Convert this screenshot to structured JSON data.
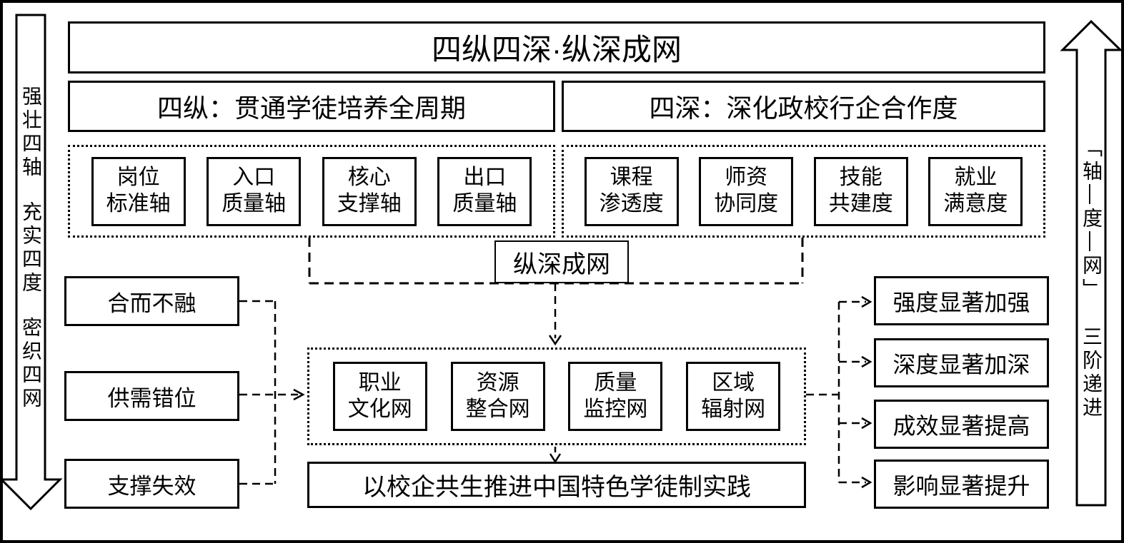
{
  "diagram": {
    "title": "四纵四深·纵深成网",
    "left_banner": {
      "parts": [
        "强壮四轴",
        "充实四度",
        "密织四网"
      ]
    },
    "right_banner": {
      "parts": [
        "「轴—度—网」",
        "三阶递进"
      ]
    },
    "four_axes": {
      "header": "四纵：贯通学徒培养全周期",
      "items": [
        {
          "line1": "岗位",
          "line2": "标准轴"
        },
        {
          "line1": "入口",
          "line2": "质量轴"
        },
        {
          "line1": "核心",
          "line2": "支撑轴"
        },
        {
          "line1": "出口",
          "line2": "质量轴"
        }
      ]
    },
    "four_depths": {
      "header": "四深：深化政校行企合作度",
      "items": [
        {
          "line1": "课程",
          "line2": "渗透度"
        },
        {
          "line1": "师资",
          "line2": "协同度"
        },
        {
          "line1": "技能",
          "line2": "共建度"
        },
        {
          "line1": "就业",
          "line2": "满意度"
        }
      ]
    },
    "convergence_label": "纵深成网",
    "problems": [
      "合而不融",
      "供需错位",
      "支撑失效"
    ],
    "networks": [
      {
        "line1": "职业",
        "line2": "文化网"
      },
      {
        "line1": "资源",
        "line2": "整合网"
      },
      {
        "line1": "质量",
        "line2": "监控网"
      },
      {
        "line1": "区域",
        "line2": "辐射网"
      }
    ],
    "outcome": "以校企共生推进中国特色学徒制实践",
    "results": [
      "强度显著加强",
      "深度显著加深",
      "成效显著提高",
      "影响显著提升"
    ],
    "colors": {
      "ink": "#000000",
      "paper": "#ffffff"
    }
  }
}
